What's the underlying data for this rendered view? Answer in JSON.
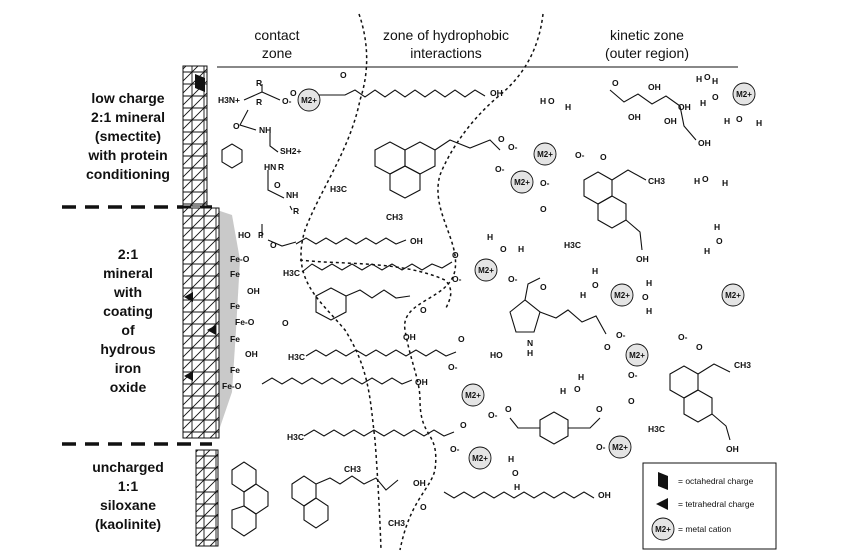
{
  "header": {
    "contact_zone": [
      "contact",
      "zone"
    ],
    "hydrophobic_zone": [
      "zone of hydrophobic",
      "interactions"
    ],
    "kinetic_zone": [
      "kinetic zone",
      "(outer region)"
    ]
  },
  "left_labels": {
    "smectite": [
      "low charge",
      "2:1 mineral",
      "(smectite)",
      "with protein",
      "conditioning"
    ],
    "iron_oxide": [
      "2:1",
      "mineral",
      "with",
      "coating",
      "of",
      "hydrous",
      "iron",
      "oxide"
    ],
    "kaolinite": [
      "uncharged",
      "1:1",
      "siloxane",
      "(kaolinite)"
    ]
  },
  "cation_label": "M2+",
  "legend": {
    "octahedral": "= octahedral charge",
    "tetrahedral": "= tetrahedral charge",
    "metal_cation": "= metal cation"
  },
  "chem": {
    "h3n": "H3N+",
    "r": "R",
    "o": "O",
    "o_minus": "O-",
    "nh": "NH",
    "hn": "HN",
    "sh2": "SH2+",
    "oh": "OH",
    "ho": "HO",
    "h3c": "H3C",
    "ch3": "CH3",
    "p": "P",
    "fe": "Fe",
    "fe_o": "Fe-O",
    "n": "N",
    "h": "H",
    "water_h": "H",
    "water_o": "O"
  }
}
